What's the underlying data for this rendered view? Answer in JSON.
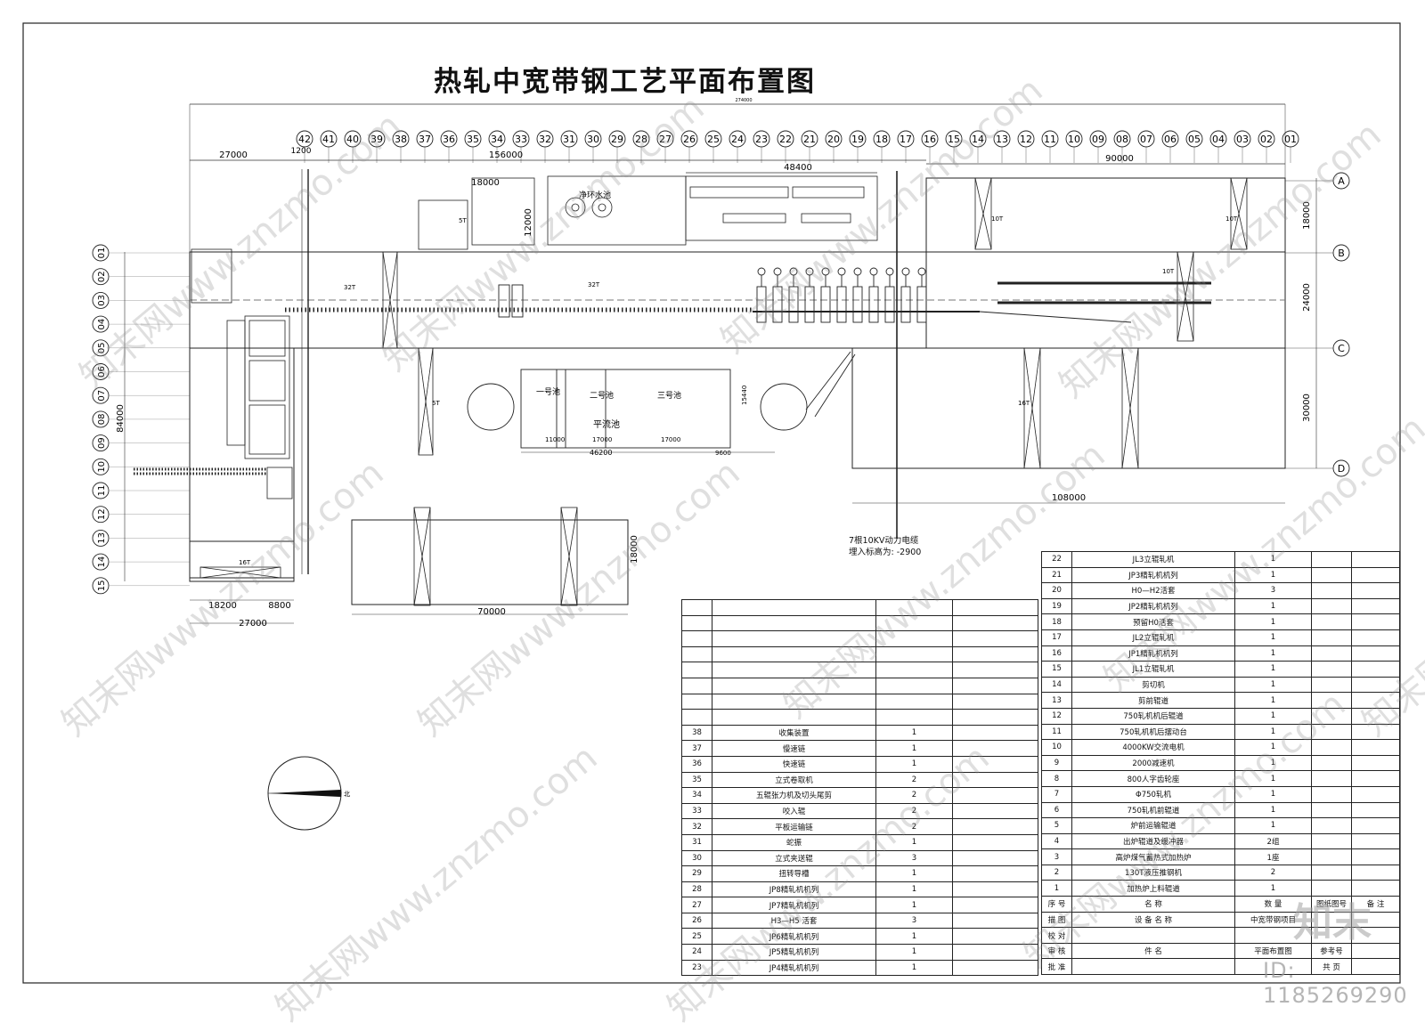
{
  "title": "热轧中宽带钢工艺平面布置图",
  "columns": [
    "42",
    "41",
    "40",
    "39",
    "38",
    "37",
    "36",
    "35",
    "34",
    "33",
    "32",
    "31",
    "30",
    "29",
    "28",
    "27",
    "26",
    "25",
    "24",
    "23",
    "22",
    "21",
    "20",
    "19",
    "18",
    "17",
    "16",
    "15",
    "14",
    "13",
    "12",
    "11",
    "10",
    "09",
    "08",
    "07",
    "06",
    "05",
    "04",
    "03",
    "02",
    "01"
  ],
  "row_axes": [
    "A",
    "B",
    "C",
    "D"
  ],
  "left_axes": [
    "01",
    "02",
    "03",
    "04",
    "05",
    "06",
    "07",
    "08",
    "09",
    "10",
    "11",
    "12",
    "13",
    "14",
    "15"
  ],
  "dimensions": {
    "total": "274000",
    "d27000_top": "27000",
    "d1200": "1200",
    "d156000": "156000",
    "d48400": "48400",
    "d90000": "90000",
    "d18000_a": "18000",
    "d12000": "12000",
    "d18000_ab": "18000",
    "d24000": "24000",
    "d30000": "30000",
    "d84000": "84000",
    "d108000": "108000",
    "d18200": "18200",
    "d8800": "8800",
    "d27000_bot": "27000",
    "d70000": "70000",
    "d18000_v": "18000",
    "d46200": "46200",
    "d11000": "11000",
    "d17000a": "17000",
    "d17000b": "17000",
    "d15440": "15440",
    "d9600": "9600"
  },
  "labels": {
    "pool1": "一号池",
    "pool2": "二号池",
    "pool3": "三号池",
    "flat_pool": "平流池",
    "cycle_pool": "净环水池",
    "crane_5t_a": "5T",
    "crane_5t_b": "5T",
    "crane_10t_a": "10T",
    "crane_10t_b": "10T",
    "crane_10t_c": "10T",
    "crane_16t_a": "16T",
    "crane_16t_b": "16T",
    "crane_32t_a": "32T",
    "crane_32t_b": "32T",
    "north": "北"
  },
  "cable_note": {
    "line1": "7根10KV动力电缆",
    "line2": "埋入标高为: -2900"
  },
  "table_left": [
    [
      "38",
      "收集装置",
      "1"
    ],
    [
      "37",
      "慢速链",
      "1"
    ],
    [
      "36",
      "快速链",
      "1"
    ],
    [
      "35",
      "立式卷取机",
      "2"
    ],
    [
      "34",
      "五辊张力机及切头尾剪",
      "2"
    ],
    [
      "33",
      "咬入辊",
      "2"
    ],
    [
      "32",
      "平板运输链",
      "2"
    ],
    [
      "31",
      "蛇振",
      "1"
    ],
    [
      "30",
      "立式夹送辊",
      "3"
    ],
    [
      "29",
      "扭转导槽",
      "1"
    ],
    [
      "28",
      "JP8精轧机机列",
      "1"
    ],
    [
      "27",
      "JP7精轧机机列",
      "1"
    ],
    [
      "26",
      "H3—H5 活套",
      "3"
    ],
    [
      "25",
      "JP6精轧机机列",
      "1"
    ],
    [
      "24",
      "JP5精轧机机列",
      "1"
    ],
    [
      "23",
      "JP4精轧机机列",
      "1"
    ]
  ],
  "table_right": [
    [
      "22",
      "JL3立辊轧机",
      "1"
    ],
    [
      "21",
      "JP3精轧机机列",
      "1"
    ],
    [
      "20",
      "H0—H2活套",
      "3"
    ],
    [
      "19",
      "JP2精轧机机列",
      "1"
    ],
    [
      "18",
      "预留H0活套",
      "1"
    ],
    [
      "17",
      "JL2立辊轧机",
      "1"
    ],
    [
      "16",
      "JP1精轧机机列",
      "1"
    ],
    [
      "15",
      "JL1立辊轧机",
      "1"
    ],
    [
      "14",
      "剪切机",
      "1"
    ],
    [
      "13",
      "剪前辊道",
      "1"
    ],
    [
      "12",
      "750轧机机后辊道",
      "1"
    ],
    [
      "11",
      "750轧机机后摆动台",
      "1"
    ],
    [
      "10",
      "4000KW交流电机",
      "1"
    ],
    [
      "9",
      "2000减速机",
      "1"
    ],
    [
      "8",
      "800人字齿轮座",
      "1"
    ],
    [
      "7",
      "Φ750轧机",
      "1"
    ],
    [
      "6",
      "750轧机前辊道",
      "1"
    ],
    [
      "5",
      "炉前运输辊道",
      "1"
    ],
    [
      "4",
      "出炉辊道及缓冲器",
      "2组"
    ],
    [
      "3",
      "高炉煤气蓄热式加热炉",
      "1座"
    ],
    [
      "2",
      "130T液压推钢机",
      "2"
    ],
    [
      "1",
      "加热炉上料辊道",
      "1"
    ]
  ],
  "table_header": {
    "no": "序 号",
    "name": "名 称",
    "qty": "数 量",
    "drawing": "图纸图号",
    "remark": "备 注"
  },
  "title_block": {
    "draw": "描 图",
    "check": "校 对",
    "review": "审 核",
    "approve": "批 准",
    "device_name_label1": "设 备",
    "device_name_label2": "名 称",
    "project": "中宽带钢项目",
    "part_label": "件 名",
    "part_name": "平面布置图",
    "ref_no": "参考号",
    "sheet": "共 页"
  },
  "watermark_text": "知末网www.znzmo.com",
  "brand_text": "知末",
  "image_id": "ID: 1185269290"
}
